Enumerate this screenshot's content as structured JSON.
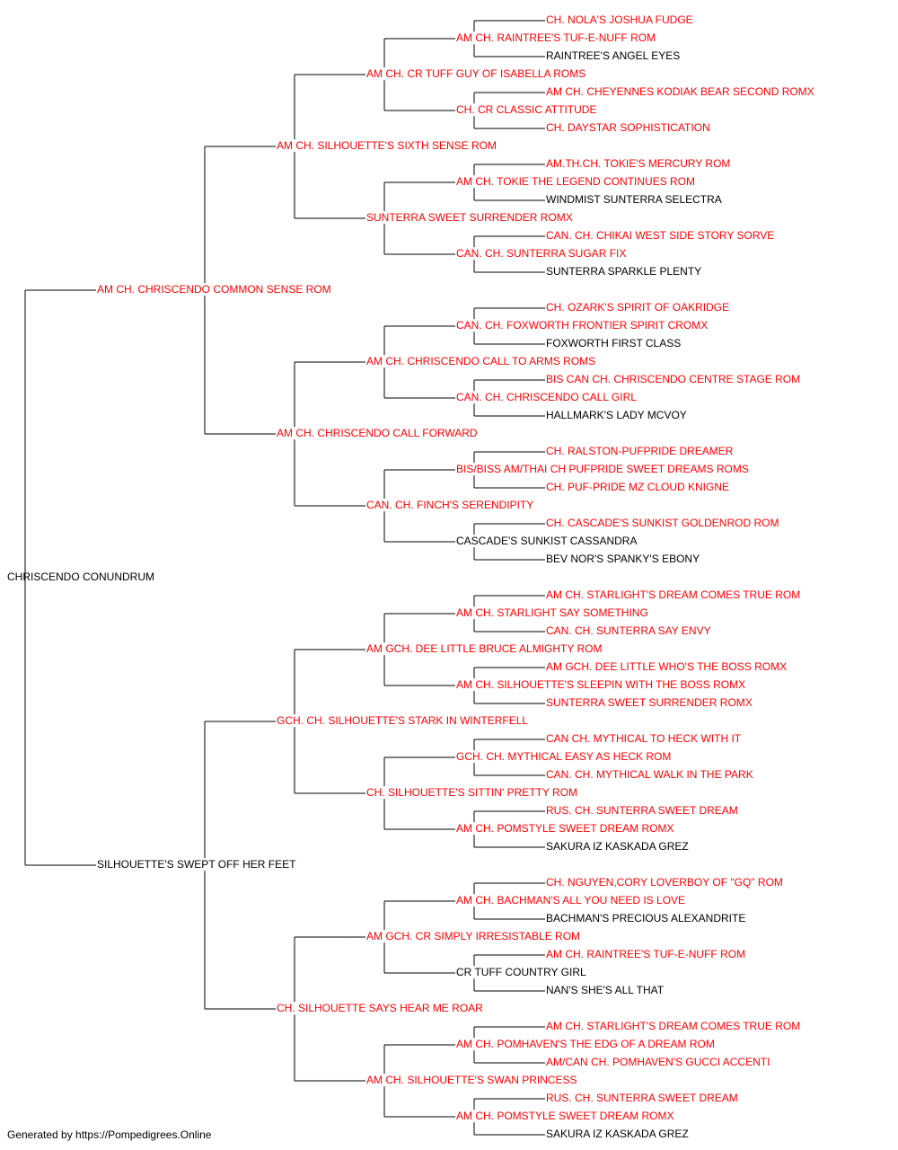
{
  "colors": {
    "champion": "#ff0000",
    "regular": "#000000",
    "line": "#000000"
  },
  "subject": "CHRISCENDO CONUNDRUM",
  "footer": "Generated by https://Pompedigrees.Online",
  "generations": [
    [
      {
        "name": "AM CH. CHRISCENDO COMMON SENSE ROM",
        "champion": true
      },
      {
        "name": "SILHOUETTE'S SWEPT OFF HER FEET",
        "champion": false
      }
    ],
    [
      {
        "name": "AM CH. SILHOUETTE'S SIXTH SENSE ROM",
        "champion": true
      },
      {
        "name": "AM CH. CHRISCENDO CALL FORWARD",
        "champion": true
      },
      {
        "name": "GCH. CH. SILHOUETTE'S STARK IN WINTERFELL",
        "champion": true
      },
      {
        "name": "CH. SILHOUETTE SAYS HEAR ME ROAR",
        "champion": true
      }
    ],
    [
      {
        "name": "AM CH. CR TUFF GUY OF ISABELLA ROMS",
        "champion": true
      },
      {
        "name": "SUNTERRA SWEET SURRENDER ROMX",
        "champion": true
      },
      {
        "name": "AM CH. CHRISCENDO CALL TO ARMS ROMS",
        "champion": true
      },
      {
        "name": "CAN. CH. FINCH'S SERENDIPITY",
        "champion": true
      },
      {
        "name": "AM GCH. DEE LITTLE BRUCE ALMIGHTY ROM",
        "champion": true
      },
      {
        "name": "CH. SILHOUETTE'S SITTIN' PRETTY ROM",
        "champion": true
      },
      {
        "name": "AM GCH. CR SIMPLY IRRESISTABLE ROM",
        "champion": true
      },
      {
        "name": "AM CH. SILHOUETTE'S SWAN PRINCESS",
        "champion": true
      }
    ],
    [
      {
        "name": "AM CH. RAINTREE'S TUF-E-NUFF ROM",
        "champion": true
      },
      {
        "name": "CH. CR CLASSIC ATTITUDE",
        "champion": true
      },
      {
        "name": "AM CH. TOKIE THE LEGEND CONTINUES ROM",
        "champion": true
      },
      {
        "name": "CAN. CH. SUNTERRA SUGAR FIX",
        "champion": true
      },
      {
        "name": "CAN. CH. FOXWORTH FRONTIER SPIRIT CROMX",
        "champion": true
      },
      {
        "name": "CAN. CH. CHRISCENDO CALL GIRL",
        "champion": true
      },
      {
        "name": "BIS/BISS AM/THAI CH PUFPRIDE SWEET DREAMS ROMS",
        "champion": true
      },
      {
        "name": "CASCADE'S SUNKIST CASSANDRA",
        "champion": false
      },
      {
        "name": "AM CH. STARLIGHT SAY SOMETHING",
        "champion": true
      },
      {
        "name": "AM CH. SILHOUETTE'S SLEEPIN WITH THE BOSS ROMX",
        "champion": true
      },
      {
        "name": "GCH. CH. MYTHICAL EASY AS HECK ROM",
        "champion": true
      },
      {
        "name": "AM CH. POMSTYLE SWEET DREAM ROMX",
        "champion": true
      },
      {
        "name": "AM CH. BACHMAN'S ALL YOU NEED IS LOVE",
        "champion": true
      },
      {
        "name": "CR TUFF COUNTRY GIRL",
        "champion": false
      },
      {
        "name": "AM CH. POMHAVEN'S THE EDG OF A DREAM ROM",
        "champion": true
      },
      {
        "name": "AM CH. POMSTYLE SWEET DREAM ROMX",
        "champion": true
      }
    ],
    [
      {
        "name": "CH. NOLA'S JOSHUA FUDGE",
        "champion": true
      },
      {
        "name": "RAINTREE'S ANGEL EYES",
        "champion": false
      },
      {
        "name": "AM CH. CHEYENNES KODIAK BEAR SECOND ROMX",
        "champion": true
      },
      {
        "name": "CH. DAYSTAR SOPHISTICATION",
        "champion": true
      },
      {
        "name": "AM.TH.CH. TOKIE'S MERCURY ROM",
        "champion": true
      },
      {
        "name": "WINDMIST SUNTERRA SELECTRA",
        "champion": false
      },
      {
        "name": "CAN. CH. CHIKAI WEST SIDE STORY SORVE",
        "champion": true
      },
      {
        "name": "SUNTERRA SPARKLE PLENTY",
        "champion": false
      },
      {
        "name": "CH. OZARK'S SPIRIT OF OAKRIDGE",
        "champion": true
      },
      {
        "name": "FOXWORTH FIRST CLASS",
        "champion": false
      },
      {
        "name": "BIS CAN CH. CHRISCENDO CENTRE STAGE ROM",
        "champion": true
      },
      {
        "name": "HALLMARK'S LADY MCVOY",
        "champion": false
      },
      {
        "name": "CH. RALSTON-PUFPRIDE DREAMER",
        "champion": true
      },
      {
        "name": "CH. PUF-PRIDE MZ CLOUD KNIGNE",
        "champion": true
      },
      {
        "name": "CH. CASCADE'S SUNKIST GOLDENROD ROM",
        "champion": true
      },
      {
        "name": "BEV NOR'S SPANKY'S EBONY",
        "champion": false
      },
      {
        "name": "AM CH. STARLIGHT'S DREAM COMES TRUE ROM",
        "champion": true
      },
      {
        "name": "CAN. CH. SUNTERRA SAY ENVY",
        "champion": true
      },
      {
        "name": "AM GCH. DEE LITTLE WHO'S THE BOSS ROMX",
        "champion": true
      },
      {
        "name": "SUNTERRA SWEET SURRENDER ROMX",
        "champion": true
      },
      {
        "name": "CAN CH. MYTHICAL TO HECK WITH IT",
        "champion": true
      },
      {
        "name": "CAN. CH. MYTHICAL WALK IN THE PARK",
        "champion": true
      },
      {
        "name": "RUS. CH. SUNTERRA SWEET DREAM",
        "champion": true
      },
      {
        "name": "SAKURA IZ KASKADA GREZ",
        "champion": false
      },
      {
        "name": "CH. NGUYEN,CORY LOVERBOY OF \"GQ\" ROM",
        "champion": true
      },
      {
        "name": "BACHMAN'S PRECIOUS ALEXANDRITE",
        "champion": false
      },
      {
        "name": "AM CH. RAINTREE'S TUF-E-NUFF ROM",
        "champion": true
      },
      {
        "name": "NAN'S SHE'S ALL THAT",
        "champion": false
      },
      {
        "name": "AM CH. STARLIGHT'S DREAM COMES TRUE ROM",
        "champion": true
      },
      {
        "name": "AM/CAN CH. POMHAVEN'S GUCCI ACCENTI",
        "champion": true
      },
      {
        "name": "RUS. CH. SUNTERRA SWEET DREAM",
        "champion": true
      },
      {
        "name": "SAKURA IZ KASKADA GREZ",
        "champion": false
      }
    ]
  ]
}
